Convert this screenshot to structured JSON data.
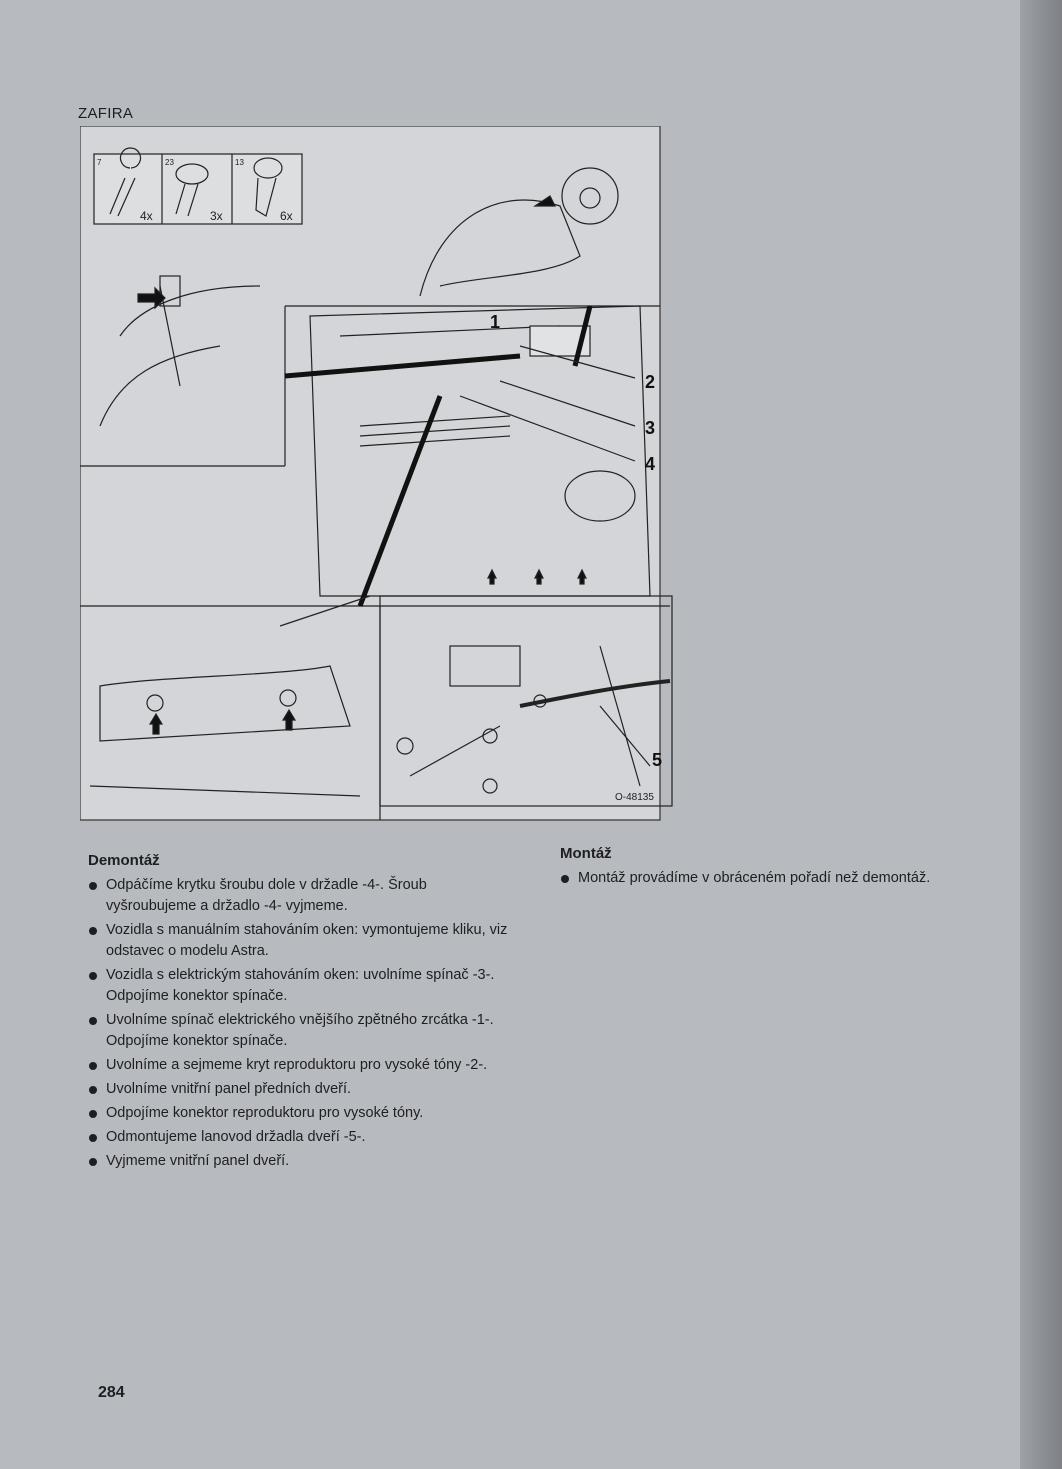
{
  "header": {
    "title": "ZAFIRA"
  },
  "figure": {
    "parts": [
      {
        "number": "7",
        "qty": "4x"
      },
      {
        "number": "23",
        "qty": "3x"
      },
      {
        "number": "13",
        "qty": "6x"
      }
    ],
    "callouts": [
      "1",
      "2",
      "3",
      "4",
      "5"
    ],
    "reference": "O-48135"
  },
  "removal": {
    "heading": "Demontáž",
    "steps": [
      "Odpáčíme krytku šroubu dole v držadle -4-. Šroub vyšroubujeme a držadlo -4- vyjmeme.",
      "Vozidla s manuálním stahováním oken: vymontujeme kliku, viz odstavec o modelu Astra.",
      "Vozidla s elektrickým stahováním oken: uvolníme spínač -3-. Odpojíme konektor spínače.",
      "Uvolníme spínač elektrického vnějšího zpětného zrcátka -1-. Odpojíme konektor spínače.",
      "Uvolníme a sejmeme kryt reproduktoru pro vysoké tóny -2-.",
      "Uvolníme vnitřní panel předních dveří.",
      "Odpojíme konektor reproduktoru pro vysoké tóny.",
      "Odmontujeme lanovod držadla dveří -5-.",
      "Vyjmeme vnitřní panel dveří."
    ]
  },
  "installation": {
    "heading": "Montáž",
    "steps": [
      "Montáž provádíme v obráceném pořadí než demontáž."
    ]
  },
  "footer": {
    "page_number": "284"
  }
}
